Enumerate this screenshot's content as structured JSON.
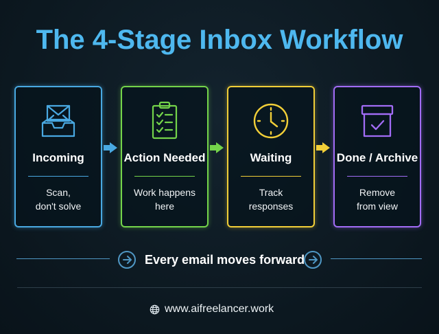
{
  "title": "The 4-Stage Inbox Workflow",
  "colors": {
    "title": "#4eb8ef",
    "incoming": "#49a9e2",
    "action": "#74d44a",
    "waiting": "#f2cf38",
    "done": "#a26cf6",
    "accent": "#4f97c4"
  },
  "stages": [
    {
      "title": "Incoming",
      "line1": "Scan,",
      "line2": "don't solve",
      "icon": "envelope-inbox-icon"
    },
    {
      "title": "Action Needed",
      "line1": "Work happens",
      "line2": "here",
      "icon": "checklist-clipboard-icon"
    },
    {
      "title": "Waiting",
      "line1": "Track",
      "line2": "responses",
      "icon": "clock-icon"
    },
    {
      "title": "Done / Archive",
      "line1": "Remove",
      "line2": "from view",
      "icon": "archive-box-icon"
    }
  ],
  "footer": {
    "message": "Every email moves forward",
    "website": "www.aifreelancer.work"
  }
}
